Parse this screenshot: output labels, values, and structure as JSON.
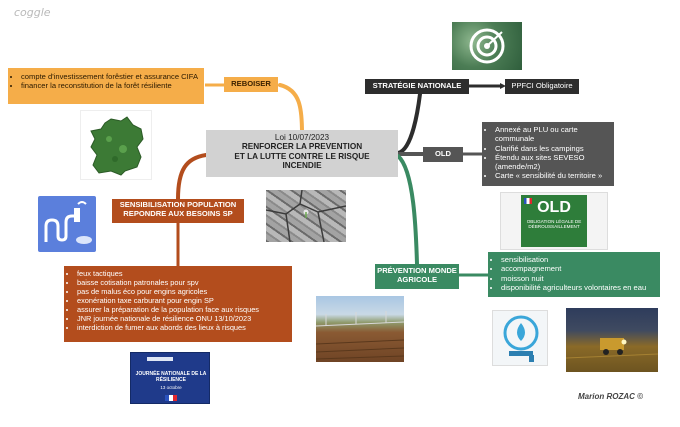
{
  "app": {
    "logo": "coggle",
    "credit": "Marion ROZAC ©"
  },
  "center": {
    "line1": "Loi 10/07/2023",
    "line2": "RENFORCER LA PREVENTION",
    "line3": "ET LA LUTTE CONTRE LE RISQUE",
    "line4": "INCENDIE"
  },
  "reboiser": {
    "label": "REBOISER",
    "items": [
      "compte d'investissement forêstier et assurance CIFA",
      "financer la reconstitution de la forêt résiliente"
    ]
  },
  "strategie": {
    "label": "STRATÉGIE NATIONALE",
    "child": "PPFCI Obligatoire"
  },
  "old": {
    "label": "OLD",
    "items": [
      "Annexé au PLU ou carte communale",
      "Clarifié dans les campings",
      "Étendu aux sites SEVESO (amende/m2)",
      "Carte « sensibilité du territoire »"
    ],
    "poster_title": "OLD",
    "poster_subtitle": "OBLIGATION LÉGALE DE DÉBROUSSAILLEMENT"
  },
  "sensibilisation": {
    "label": "SENSIBILISATION POPULATION REPONDRE AUX BESOINS SP",
    "items": [
      "feux tactiques",
      "baisse cotisation patronales pour spv",
      "pas de malus éco pour engins agricoles",
      "exonération taxe carburant pour engin SP",
      "assurer la préparation de la population face aux risques",
      "JNR journée nationale de résilience ONU 13/10/2023",
      "interdiction de fumer aux abords des lieux à risques"
    ],
    "poster_title": "JOURNÉE NATIONALE DE LA RÉSILIENCE",
    "poster_date": "13 octobre"
  },
  "prevention": {
    "label": "PRÉVENTION MONDE AGRICOLE",
    "items": [
      "sensibilisation",
      "accompagnement",
      "moisson nuit",
      "disponibilité agriculteurs volontaires en eau"
    ]
  },
  "colors": {
    "orange": "#f5ad49",
    "dark": "#2d2d2d",
    "grey": "#555555",
    "brown": "#b34d1d",
    "green": "#3a8a62",
    "center": "#d2d2d2"
  }
}
